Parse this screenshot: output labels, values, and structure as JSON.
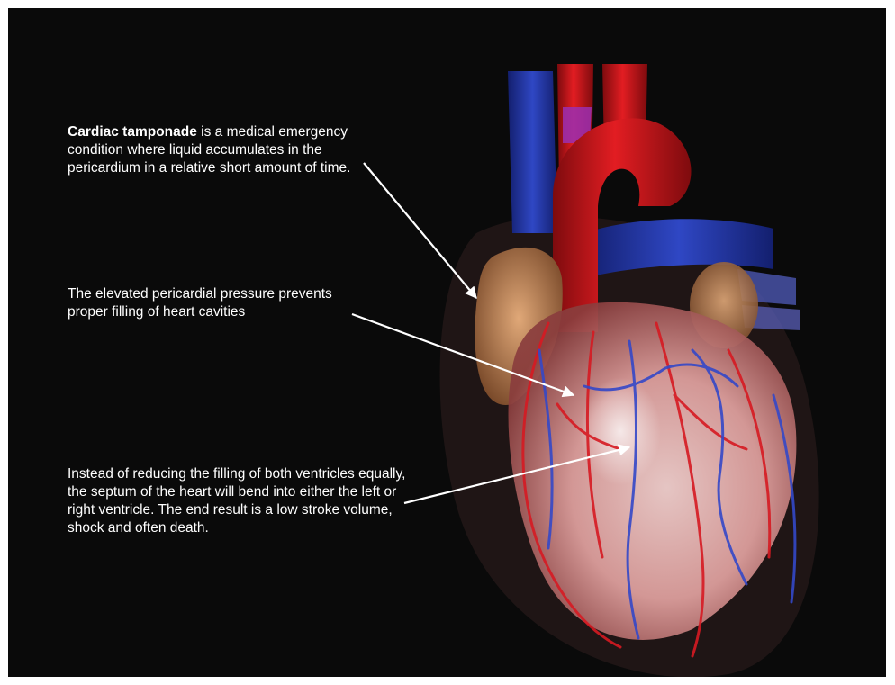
{
  "captions": {
    "tamponade": {
      "term": "Cardiac tamponade",
      "rest": " is a medical emergency condition where liquid accumulates in the pericardium in a relative short amount of time."
    },
    "pressure": "The elevated pericardial pressure prevents proper filling of heart cavities",
    "septum": "Instead of reducing the filling of both ventricles equally, the septum of the heart will bend into either the left or right ventricle. The end result is a low stroke volume, shock and often death."
  },
  "colors": {
    "background": "#0a0a0a",
    "text": "#ffffff",
    "artery": "#d4161c",
    "vein": "#2b3fb8",
    "muscle": "#e8a9a7",
    "atrium": "#c98a5a"
  }
}
